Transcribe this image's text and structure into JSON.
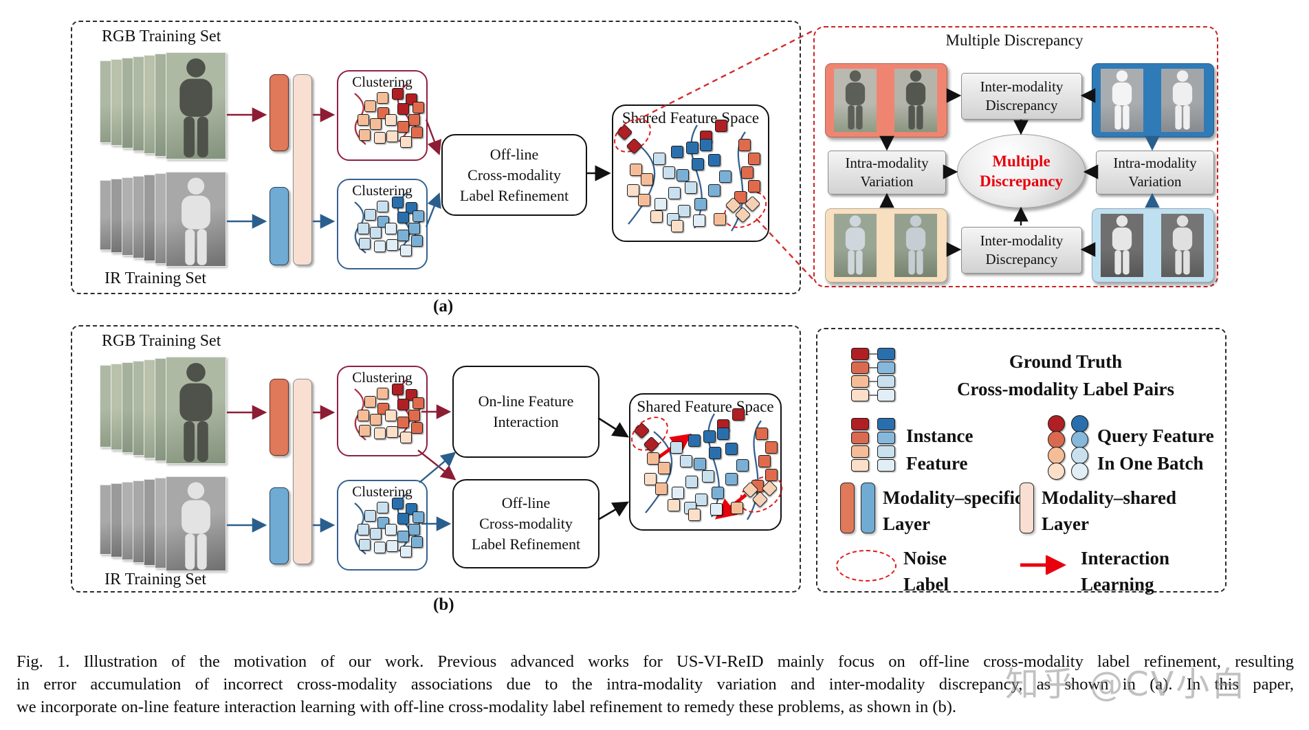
{
  "panel_a": {
    "label": "(a)",
    "rgb_set_label": "RGB Training Set",
    "ir_set_label": "IR Training Set",
    "clustering_rgb": "Clustering",
    "clustering_ir": "Clustering",
    "offline_box": [
      "Off-line",
      "Cross-modality",
      "Label Refinement"
    ],
    "shared_space": "Shared Feature Space"
  },
  "panel_b": {
    "label": "(b)",
    "rgb_set_label": "RGB Training Set",
    "ir_set_label": "IR Training Set",
    "clustering_rgb": "Clustering",
    "clustering_ir": "Clustering",
    "online_box": [
      "On-line Feature",
      "Interaction"
    ],
    "offline_box": [
      "Off-line",
      "Cross-modality",
      "Label Refinement"
    ],
    "shared_space": "Shared Feature Space"
  },
  "discrepancy_panel": {
    "title": "Multiple Discrepancy",
    "inter_modality_top": [
      "Inter-modality",
      "Discrepancy"
    ],
    "inter_modality_bottom": [
      "Inter-modality",
      "Discrepancy"
    ],
    "intra_modality_left": [
      "Intra-modality",
      "Variation"
    ],
    "intra_modality_right": [
      "Intra-modality",
      "Variation"
    ],
    "center_ellipse": [
      "Multiple",
      "Discrepancy"
    ]
  },
  "legend": {
    "ground_truth": [
      "Ground Truth",
      "Cross-modality Label Pairs"
    ],
    "instance_feature": [
      "Instance",
      "Feature"
    ],
    "query_feature": [
      "Query Feature",
      "In One Batch"
    ],
    "modality_specific": [
      "Modality–specific",
      "Layer"
    ],
    "modality_shared": [
      "Modality–shared",
      "Layer"
    ],
    "noise_label": [
      "Noise",
      "Label"
    ],
    "interaction_learning": [
      "Interaction",
      "Learning"
    ]
  },
  "caption_lines": [
    "Fig. 1.  Illustration of the motivation of our work. Previous advanced works for US-VI-ReID mainly focus on off-line cross-modality label refinement, resulting",
    "in error accumulation of incorrect cross-modality associations due to the intra-modality variation and inter-modality discrepancy, as shown in (a). In this paper,",
    "we incorporate on-line feature interaction learning with off-line cross-modality label refinement to remedy these problems, as shown in (b)."
  ],
  "watermark": "知乎 @CV小白",
  "colors": {
    "modality_specific_rgb": "#e0785a",
    "modality_specific_ir": "#6fabd3",
    "modality_shared": "#f8dfd2",
    "dark_red": "#b01f24",
    "dark_blue": "#2a6fad",
    "maroon_arrow": "#8c1d35",
    "navy_arrow": "#2a5e8c",
    "highlight_red": "#e8000d",
    "panel_dash_red": "#cc2222"
  }
}
